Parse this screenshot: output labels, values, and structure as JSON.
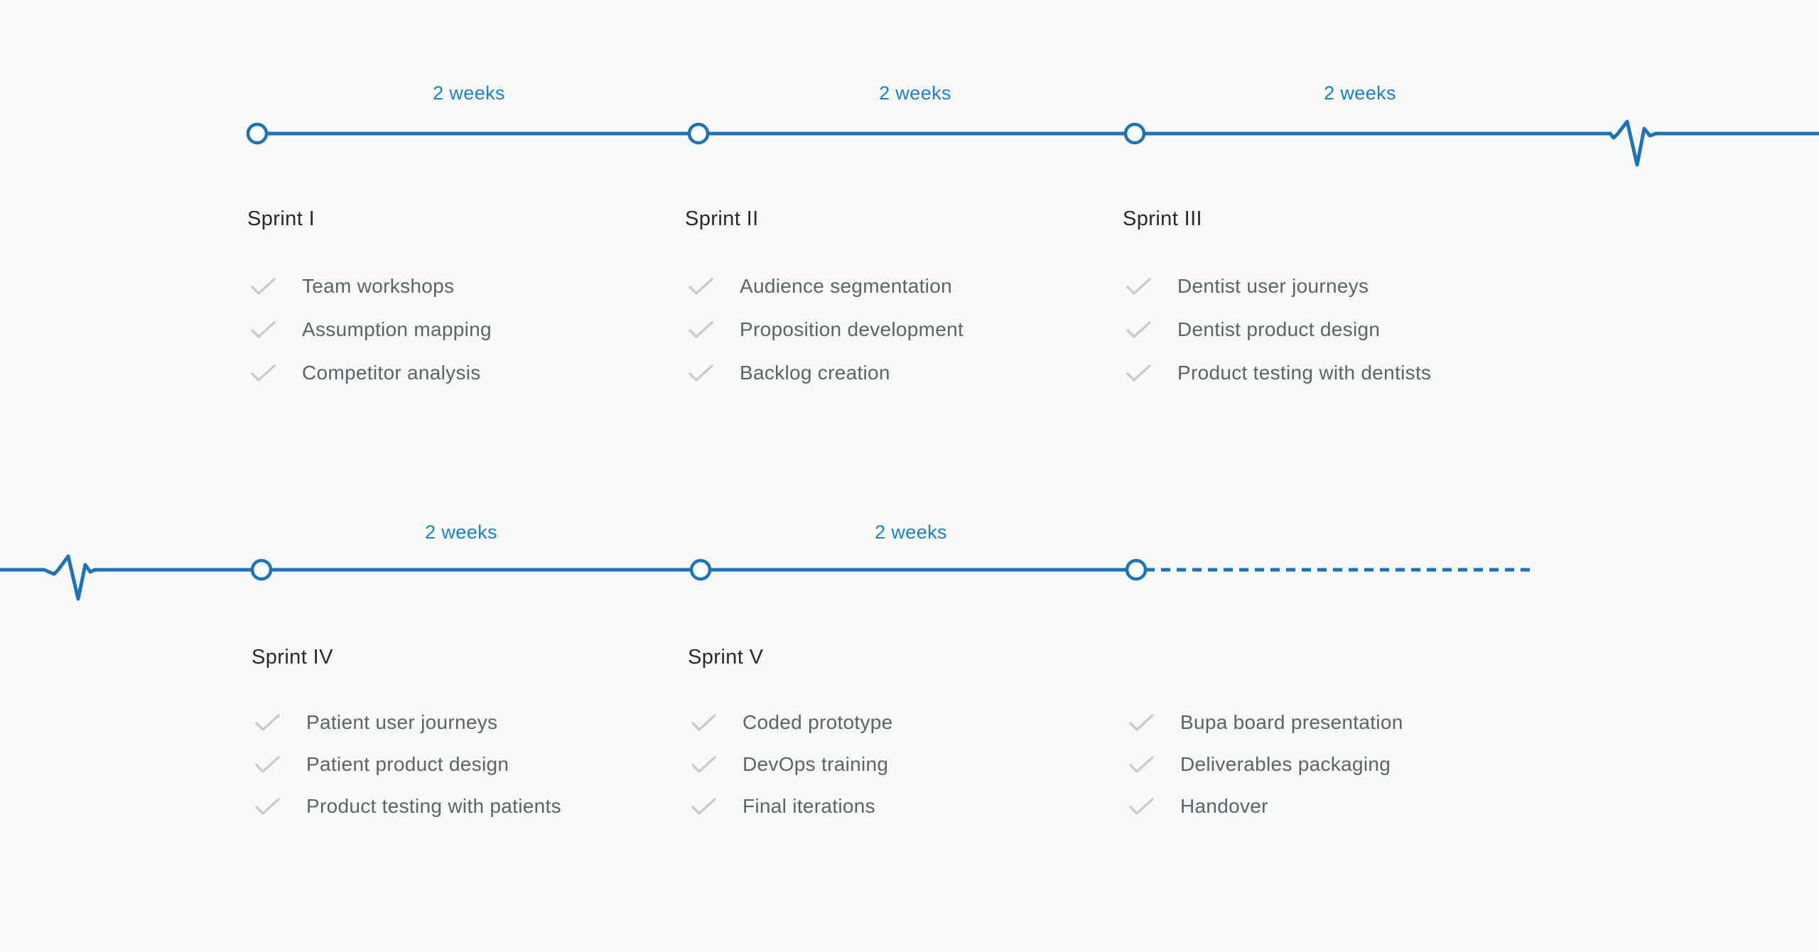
{
  "colors": {
    "background": "#f7f8f8",
    "line_blue": "#1e72b8",
    "label_blue": "#1a80d2",
    "title_text": "#27292b",
    "task_text": "#5d6367",
    "check_gray": "#c9cbcc",
    "dot_fill": "#fcfdfd"
  },
  "rows": [
    {
      "segments": [
        "2 weeks",
        "2 weeks",
        "2 weeks"
      ],
      "decorations": {
        "heartbeat_side": "right",
        "dashed_tail": false
      },
      "sprints": [
        {
          "title": "Sprint I",
          "tasks": [
            "Team workshops",
            "Assumption mapping",
            "Competitor analysis"
          ]
        },
        {
          "title": "Sprint II",
          "tasks": [
            "Audience segmentation",
            "Proposition development",
            "Backlog creation"
          ]
        },
        {
          "title": "Sprint III",
          "tasks": [
            "Dentist user journeys",
            "Dentist product design",
            "Product testing with dentists"
          ]
        }
      ]
    },
    {
      "segments": [
        "2 weeks",
        "2 weeks"
      ],
      "decorations": {
        "heartbeat_side": "left",
        "dashed_tail": true
      },
      "sprints": [
        {
          "title": "Sprint IV",
          "tasks": [
            "Patient user journeys",
            "Patient product design",
            "Product testing with patients"
          ]
        },
        {
          "title": "Sprint V",
          "tasks": [
            "Coded prototype",
            "DevOps training",
            "Final iterations"
          ]
        },
        {
          "title": "",
          "tasks": [
            "Bupa board presentation",
            "Deliverables packaging",
            "Handover"
          ]
        }
      ]
    }
  ]
}
